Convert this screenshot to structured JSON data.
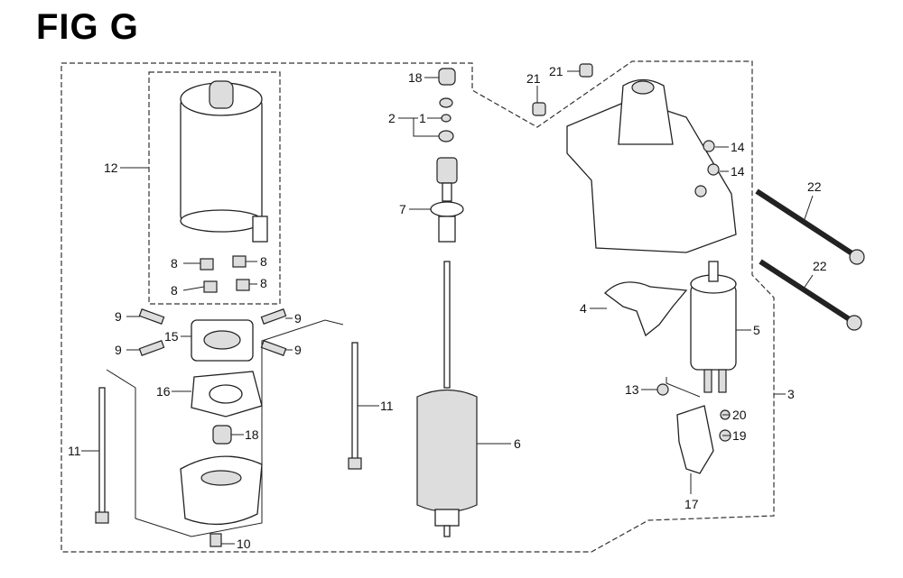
{
  "title": "FIG G",
  "callouts": [
    {
      "id": "c18a",
      "label": "18"
    },
    {
      "id": "c21a",
      "label": "21"
    },
    {
      "id": "c21b",
      "label": "21"
    },
    {
      "id": "c2",
      "label": "2"
    },
    {
      "id": "c1",
      "label": "1"
    },
    {
      "id": "c12",
      "label": "12"
    },
    {
      "id": "c14a",
      "label": "14"
    },
    {
      "id": "c14b",
      "label": "14"
    },
    {
      "id": "c22a",
      "label": "22"
    },
    {
      "id": "c7",
      "label": "7"
    },
    {
      "id": "c8a",
      "label": "8"
    },
    {
      "id": "c8b",
      "label": "8"
    },
    {
      "id": "c8c",
      "label": "8"
    },
    {
      "id": "c8d",
      "label": "8"
    },
    {
      "id": "c22b",
      "label": "22"
    },
    {
      "id": "c9a",
      "label": "9"
    },
    {
      "id": "c9b",
      "label": "9"
    },
    {
      "id": "c15",
      "label": "15"
    },
    {
      "id": "c9c",
      "label": "9"
    },
    {
      "id": "c9d",
      "label": "9"
    },
    {
      "id": "c4",
      "label": "4"
    },
    {
      "id": "c5",
      "label": "5"
    },
    {
      "id": "c16",
      "label": "16"
    },
    {
      "id": "c13",
      "label": "13"
    },
    {
      "id": "c3",
      "label": "3"
    },
    {
      "id": "c11a",
      "label": "11"
    },
    {
      "id": "c20",
      "label": "20"
    },
    {
      "id": "c18b",
      "label": "18"
    },
    {
      "id": "c19",
      "label": "19"
    },
    {
      "id": "c6",
      "label": "6"
    },
    {
      "id": "c11b",
      "label": "11"
    },
    {
      "id": "c17",
      "label": "17"
    },
    {
      "id": "c10",
      "label": "10"
    }
  ]
}
